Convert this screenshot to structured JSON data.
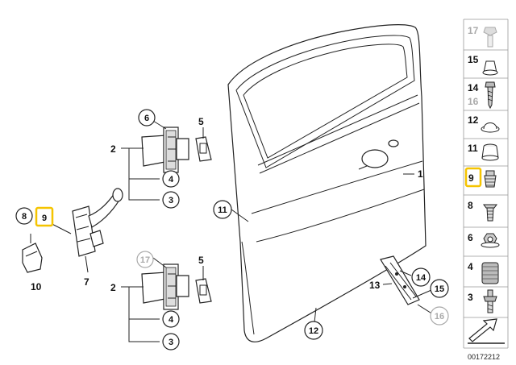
{
  "diagram": {
    "callouts": [
      {
        "id": "c1",
        "text": "1",
        "style": "plain",
        "highlight": false,
        "grey": false
      },
      {
        "id": "c2a",
        "text": "2",
        "style": "plain",
        "highlight": false,
        "grey": false
      },
      {
        "id": "c2b",
        "text": "2",
        "style": "plain",
        "highlight": false,
        "grey": false
      },
      {
        "id": "c3a",
        "text": "3",
        "style": "circle",
        "highlight": false,
        "grey": false
      },
      {
        "id": "c3b",
        "text": "3",
        "style": "circle",
        "highlight": false,
        "grey": false
      },
      {
        "id": "c4a",
        "text": "4",
        "style": "circle",
        "highlight": false,
        "grey": false
      },
      {
        "id": "c4b",
        "text": "4",
        "style": "circle",
        "highlight": false,
        "grey": false
      },
      {
        "id": "c5a",
        "text": "5",
        "style": "plain",
        "highlight": false,
        "grey": false
      },
      {
        "id": "c5b",
        "text": "5",
        "style": "plain",
        "highlight": false,
        "grey": false
      },
      {
        "id": "c6",
        "text": "6",
        "style": "circle",
        "highlight": false,
        "grey": false
      },
      {
        "id": "c7",
        "text": "7",
        "style": "plain",
        "highlight": false,
        "grey": false
      },
      {
        "id": "c8",
        "text": "8",
        "style": "circle",
        "highlight": false,
        "grey": false
      },
      {
        "id": "c9",
        "text": "9",
        "style": "box",
        "highlight": true,
        "grey": false
      },
      {
        "id": "c10",
        "text": "10",
        "style": "plain",
        "highlight": false,
        "grey": false
      },
      {
        "id": "c11",
        "text": "11",
        "style": "circle",
        "highlight": false,
        "grey": false
      },
      {
        "id": "c12",
        "text": "12",
        "style": "circle",
        "highlight": false,
        "grey": false
      },
      {
        "id": "c13",
        "text": "13",
        "style": "plain",
        "highlight": false,
        "grey": false
      },
      {
        "id": "c14",
        "text": "14",
        "style": "circle",
        "highlight": false,
        "grey": false
      },
      {
        "id": "c15",
        "text": "15",
        "style": "circle",
        "highlight": false,
        "grey": false
      },
      {
        "id": "c16",
        "text": "16",
        "style": "circle",
        "highlight": false,
        "grey": true
      },
      {
        "id": "c17",
        "text": "17",
        "style": "circle",
        "highlight": false,
        "grey": true
      }
    ]
  },
  "sidebar": {
    "items": [
      {
        "label": "17",
        "grey": true,
        "highlight": false,
        "icon": "bolt-icon"
      },
      {
        "label": "15",
        "grey": false,
        "highlight": false,
        "icon": "cap-icon"
      },
      {
        "label": "14",
        "grey": false,
        "highlight": false,
        "icon": "screw-icon",
        "sub_label": "16"
      },
      {
        "label": "12",
        "grey": false,
        "highlight": false,
        "icon": "dome-clip-icon"
      },
      {
        "label": "11",
        "grey": false,
        "highlight": false,
        "icon": "grommet-icon"
      },
      {
        "label": "9",
        "grey": false,
        "highlight": true,
        "icon": "spring-clip-icon"
      },
      {
        "label": "8",
        "grey": false,
        "highlight": false,
        "icon": "expansion-rivet-icon"
      },
      {
        "label": "6",
        "grey": false,
        "highlight": false,
        "icon": "hex-nut-icon"
      },
      {
        "label": "4",
        "grey": false,
        "highlight": false,
        "icon": "threaded-sleeve-icon"
      },
      {
        "label": "3",
        "grey": false,
        "highlight": false,
        "icon": "stud-bolt-icon"
      },
      {
        "label": "",
        "grey": false,
        "highlight": false,
        "icon": "direction-arrow-icon"
      }
    ]
  },
  "diagram_id": "00172212",
  "colors": {
    "highlight": "#f5c400",
    "grey": "#aaaaaa",
    "line": "#222222"
  }
}
